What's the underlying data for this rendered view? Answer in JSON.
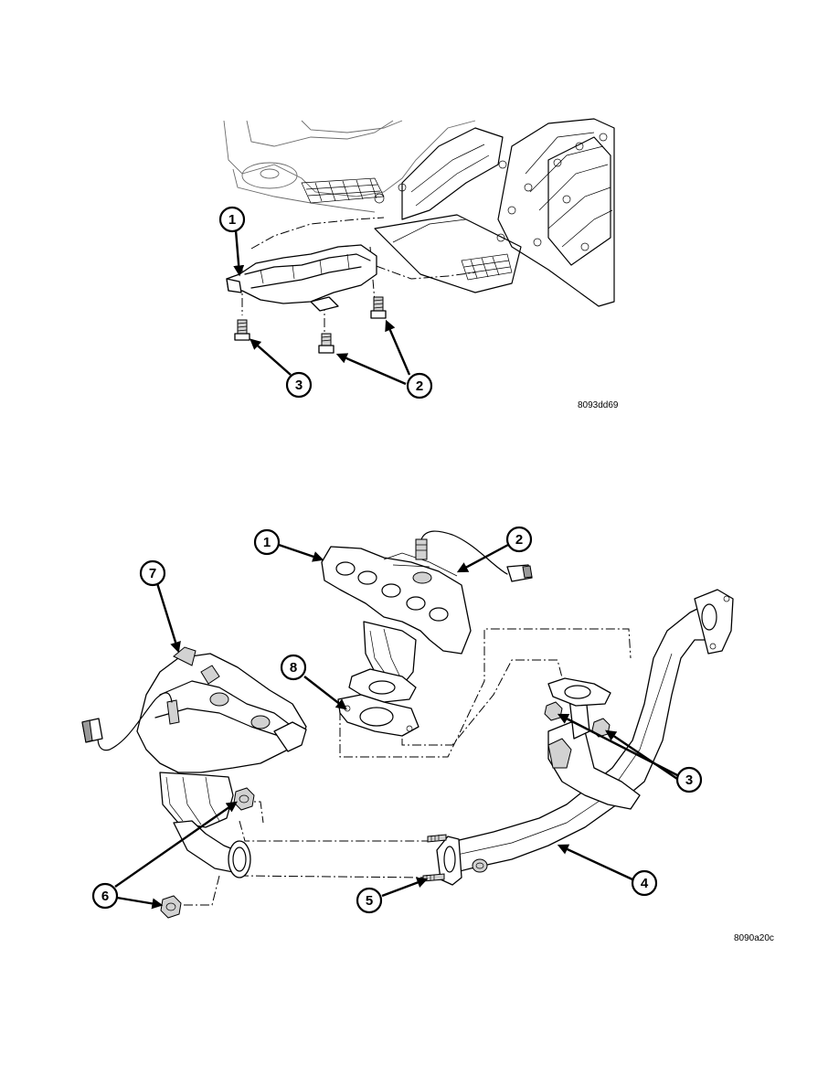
{
  "figure_top": {
    "code": "8093dd69",
    "callouts": [
      "1",
      "2",
      "3"
    ]
  },
  "figure_bottom": {
    "code": "8090a20c",
    "callouts": [
      "1",
      "2",
      "3",
      "4",
      "5",
      "6",
      "7",
      "8"
    ]
  }
}
